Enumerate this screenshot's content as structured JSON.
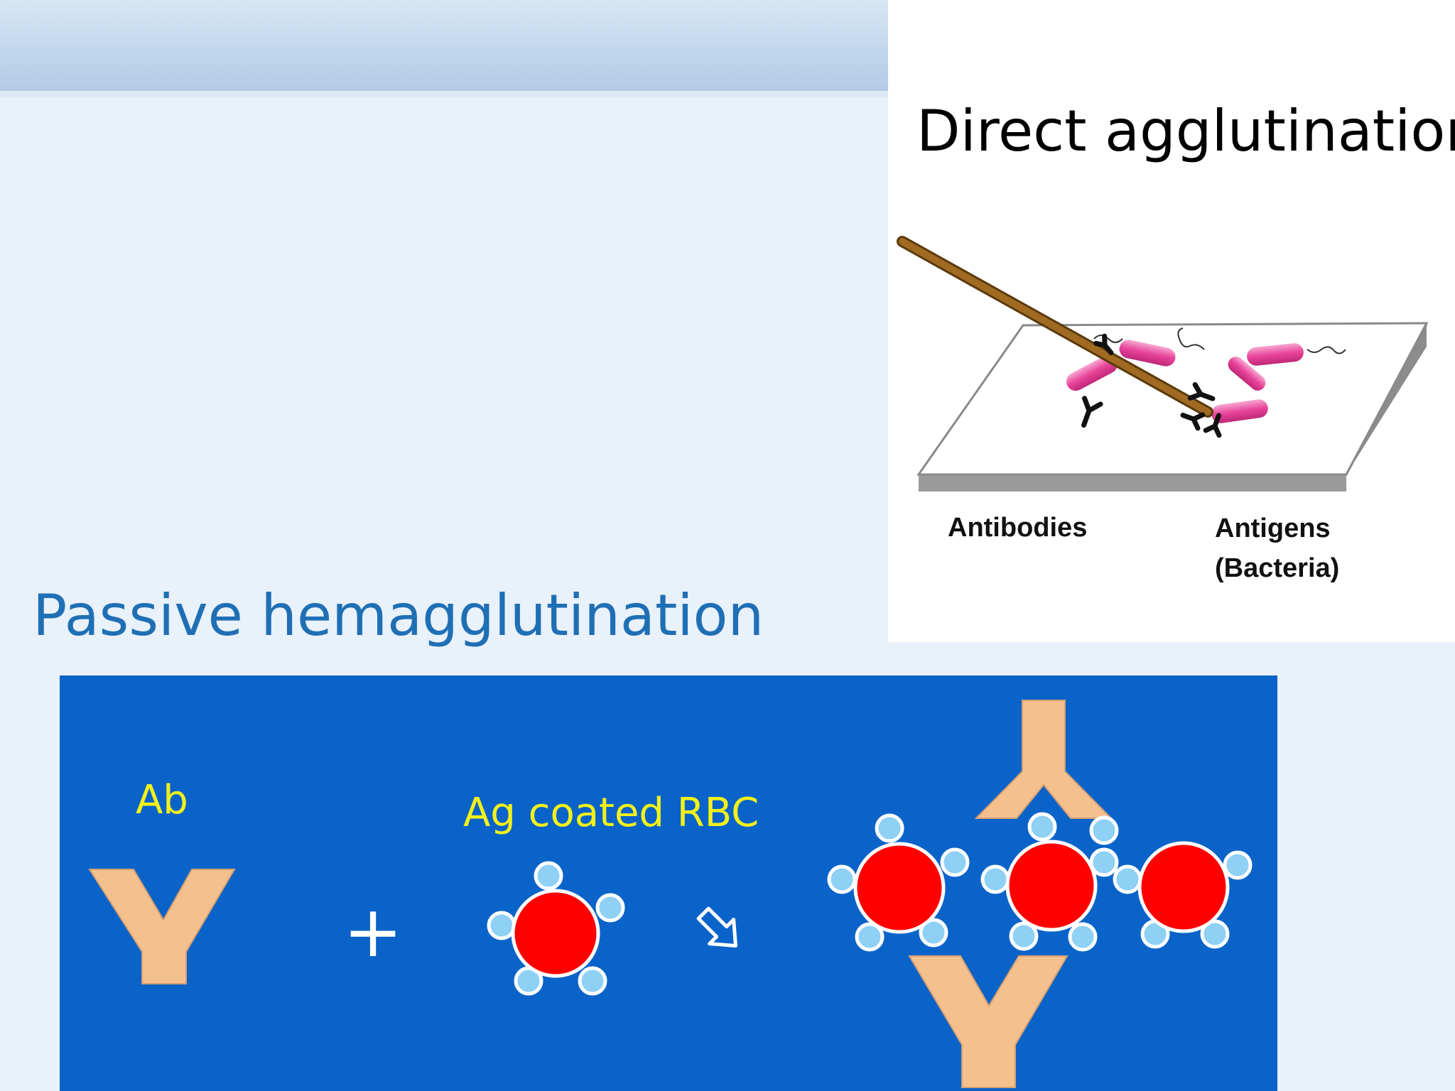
{
  "direct_agglutination": {
    "title": "Direct agglutination",
    "labels": {
      "antibodies": "Antibodies",
      "antigens_line1": "Antigens",
      "antigens_line2": "(Bacteria)"
    }
  },
  "passive_hemagglutination": {
    "title": "Passive hemagglutination",
    "labels": {
      "ab": "Ab",
      "plus": "+",
      "ag_coated_rbc": "Ag coated RBC"
    }
  },
  "colors": {
    "passive_title": "#1f6fb5",
    "diagram_background": "#0a63c8",
    "label_yellow": "#f2f21a",
    "antibody_tan": "#f4c08e",
    "rbc_red": "#ff0000",
    "antigen_light_blue": "#8fd0f5",
    "bacteria_pink": "#e8449a",
    "stick_brown": "#8a5a1c"
  }
}
